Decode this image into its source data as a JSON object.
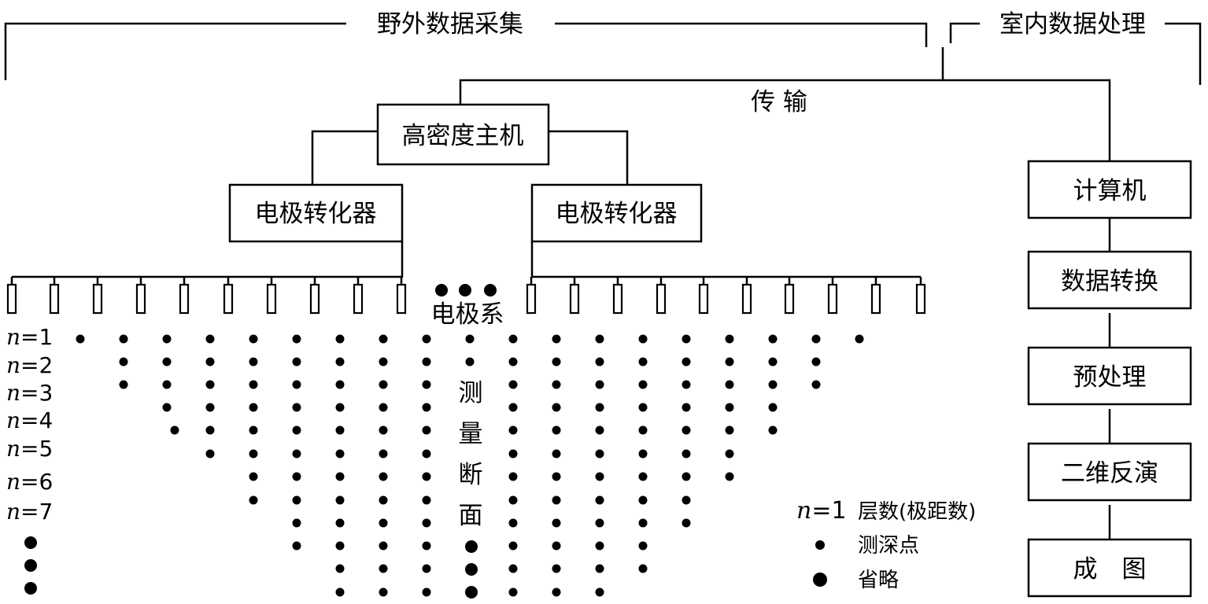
{
  "header": {
    "field_label": "野外数据采集",
    "office_label": "室内数据处理",
    "transmit_label": "传 输"
  },
  "host": {
    "label": "高密度主机"
  },
  "converters": [
    {
      "label": "电极转化器"
    },
    {
      "label": "电极转化器"
    }
  ],
  "electrode_system_label": "电极系",
  "section_label": [
    "测",
    "量",
    "断",
    "面"
  ],
  "layers": [
    {
      "label": "n=1",
      "n": "n",
      "eq": "=1"
    },
    {
      "label": "n=2",
      "n": "n",
      "eq": "=2"
    },
    {
      "label": "n=3",
      "n": "n",
      "eq": "=3"
    },
    {
      "label": "n=4",
      "n": "n",
      "eq": "=4"
    },
    {
      "label": "n=5",
      "n": "n",
      "eq": "=5"
    },
    {
      "label": "n=6",
      "n": "n",
      "eq": "=6"
    },
    {
      "label": "n=7",
      "n": "n",
      "eq": "=7"
    }
  ],
  "processing_steps": [
    {
      "label": "计算机"
    },
    {
      "label": "数据转换"
    },
    {
      "label": "预处理"
    },
    {
      "label": "二维反演"
    },
    {
      "label": "成　图"
    }
  ],
  "legend": {
    "layer_n": "n",
    "layer_eq": "=1",
    "layer_text": "层数(极距数)",
    "point_text": "测深点",
    "omit_text": "省略"
  }
}
